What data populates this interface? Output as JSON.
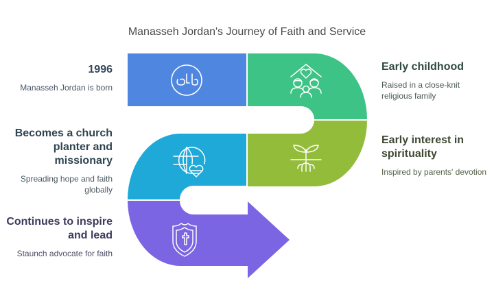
{
  "title": "Manasseh Jordan's Journey of Faith and Service",
  "steps": [
    {
      "heading": "1996",
      "description": "Manasseh Jordan is born",
      "icon": "halal-circle-icon",
      "color": "#4f86e0"
    },
    {
      "heading": "Early childhood",
      "description": "Raised in a close-knit religious family",
      "icon": "family-house-heart-icon",
      "color": "#3ec386"
    },
    {
      "heading": "Early interest in spirituality",
      "description": "Inspired by parents' devotion",
      "icon": "sprout-roots-icon",
      "color": "#93bc3a"
    },
    {
      "heading": "Becomes a church planter and missionary",
      "description": "Spreading hope and faith globally",
      "icon": "globe-heart-icon",
      "color": "#1fa9d8"
    },
    {
      "heading": "Continues to inspire and lead",
      "description": "Staunch advocate for faith",
      "icon": "shield-cross-icon",
      "color": "#7b65e3"
    }
  ]
}
